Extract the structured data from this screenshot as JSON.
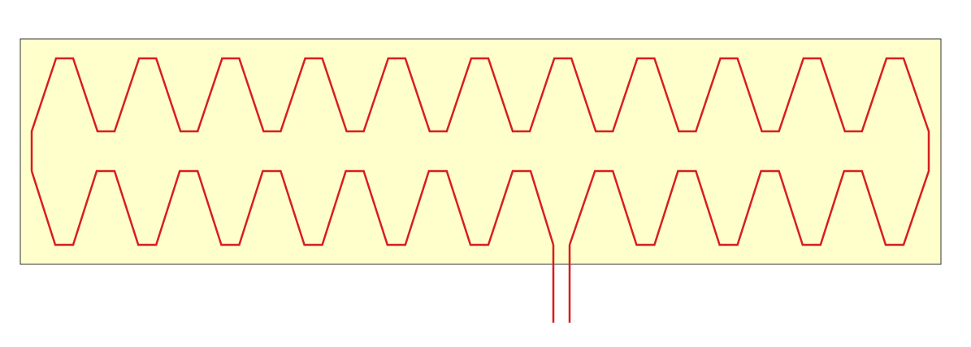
{
  "colors": {
    "background": "#ffffff",
    "panel_fill": "#ffffcc",
    "panel_border": "#333333",
    "trace": "#d81e1e"
  },
  "diagram": {
    "description_visible_text": "",
    "top_row_peaks": 11,
    "bottom_row_valleys": 11,
    "lead_count": 2
  }
}
